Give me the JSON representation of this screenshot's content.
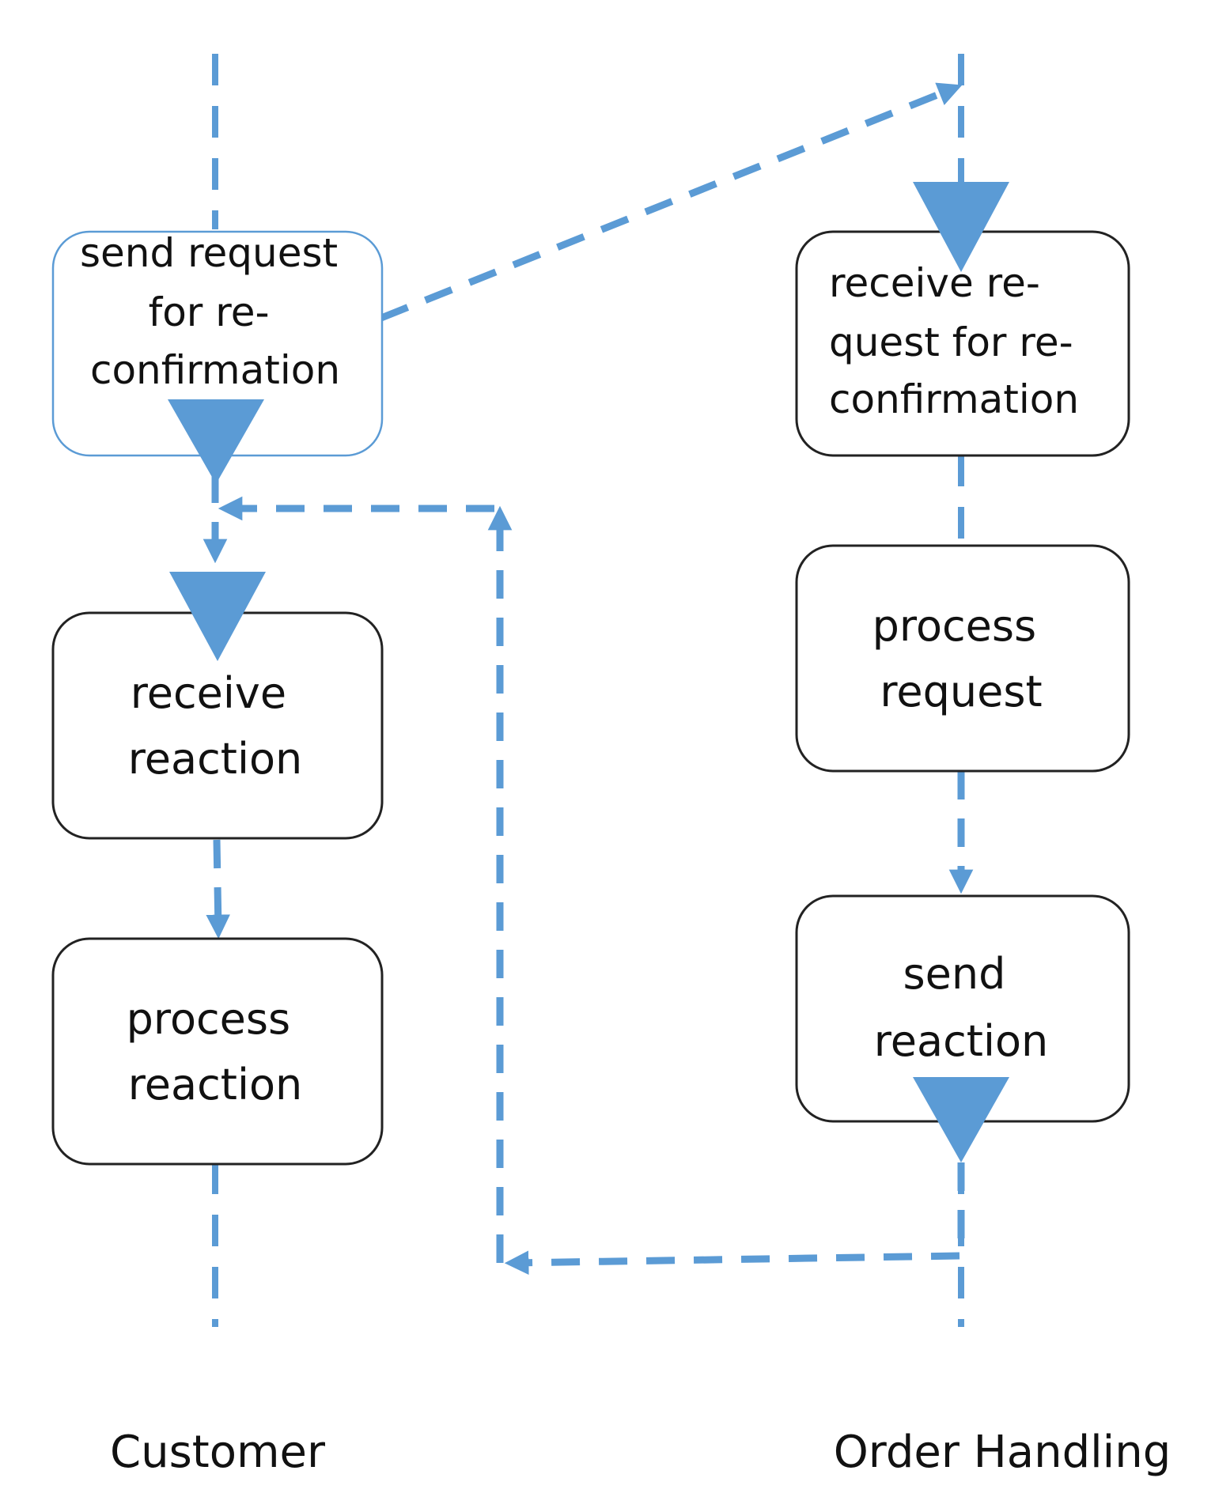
{
  "colors": {
    "accent": "#5b9bd5",
    "box_border": "#222222",
    "box_border_light": "#5b9bd5",
    "text": "#111111"
  },
  "lanes": [
    {
      "label": "Customer"
    },
    {
      "label": "Order Handling"
    }
  ],
  "boxes": {
    "send_request": {
      "lines": [
        "send request",
        "for  re-",
        "confirmation"
      ]
    },
    "receive_reaction": {
      "lines": [
        "receive",
        "reaction"
      ]
    },
    "process_reaction": {
      "lines": [
        "process",
        "reaction"
      ]
    },
    "receive_request": {
      "lines": [
        "receive  re-",
        "quest for re-",
        "confirmation"
      ]
    },
    "process_request": {
      "lines": [
        "process",
        "request"
      ]
    },
    "send_reaction": {
      "lines": [
        "send",
        "reaction"
      ]
    }
  }
}
